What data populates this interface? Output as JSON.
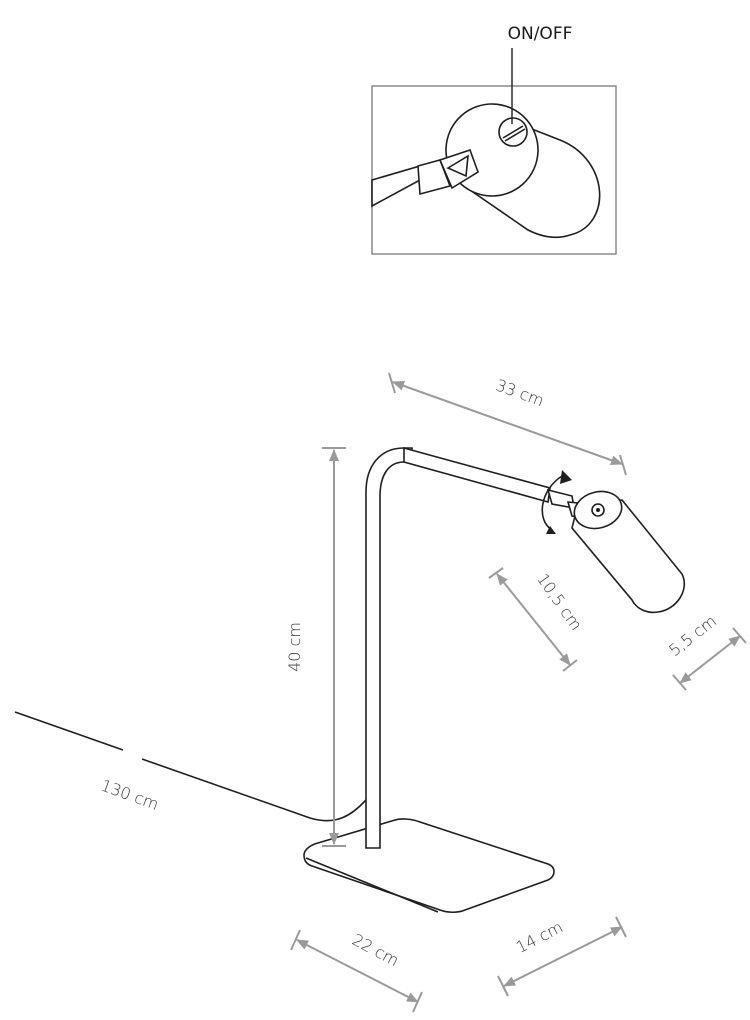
{
  "callout": {
    "label": "ON/OFF"
  },
  "dimensions": {
    "arm_length": "33 cm",
    "stand_height": "40 cm",
    "shade_length": "10,5 cm",
    "shade_diameter": "5,5 cm",
    "cable_length": "130 cm",
    "base_length": "22 cm",
    "base_width": "14 cm"
  }
}
